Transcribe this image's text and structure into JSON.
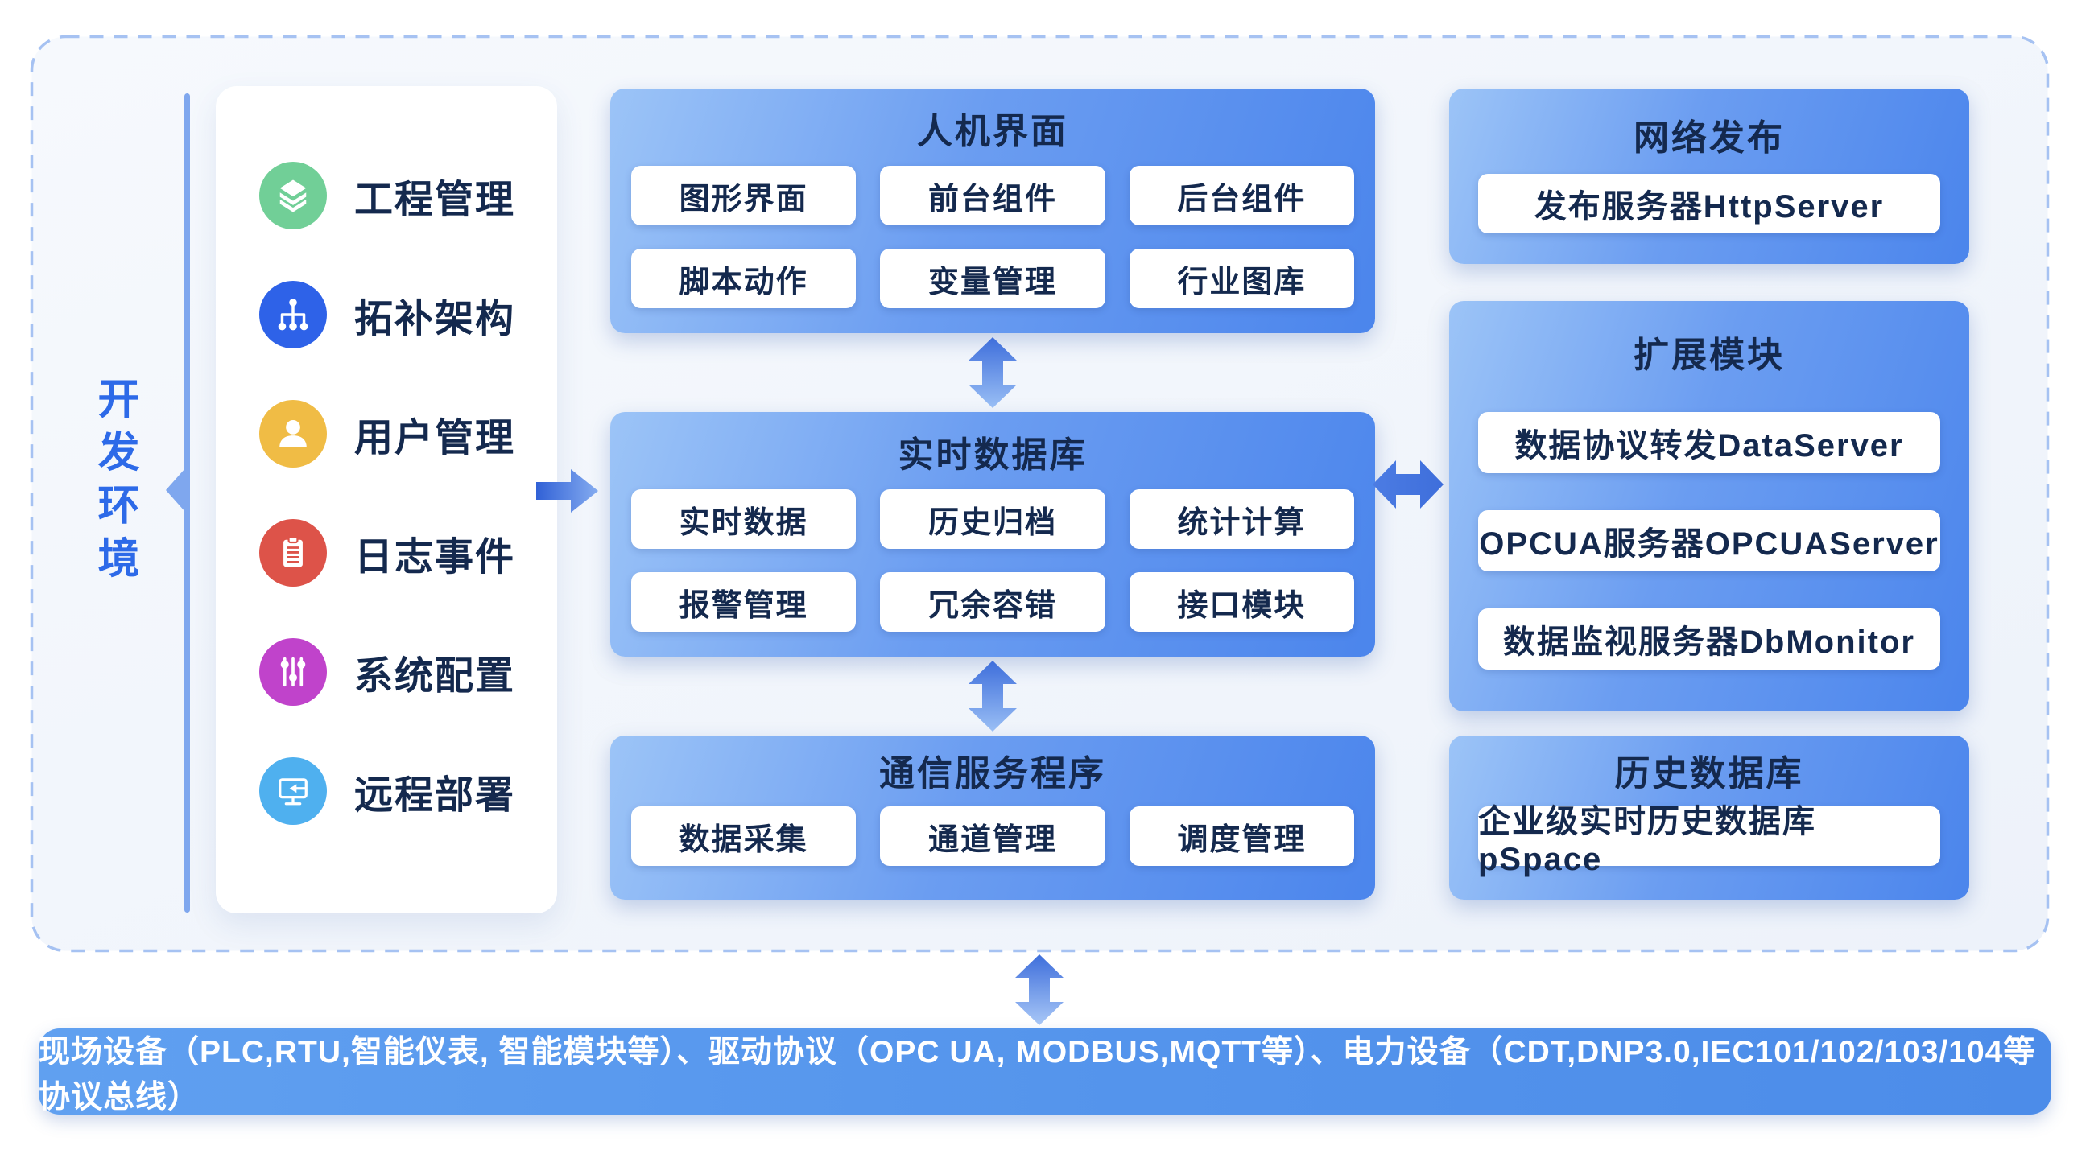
{
  "env_label": "开发环境",
  "sidebar": {
    "items": [
      {
        "label": "工程管理",
        "icon": "layers-icon",
        "color": "#71CF97"
      },
      {
        "label": "拓补架构",
        "icon": "topology-icon",
        "color": "#2E62E8"
      },
      {
        "label": "用户管理",
        "icon": "user-icon",
        "color": "#F0BC45"
      },
      {
        "label": "日志事件",
        "icon": "log-icon",
        "color": "#DD5349"
      },
      {
        "label": "系统配置",
        "icon": "sliders-icon",
        "color": "#C043CB"
      },
      {
        "label": "远程部署",
        "icon": "deploy-icon",
        "color": "#4FB0EF"
      }
    ]
  },
  "cards": {
    "hmi": {
      "title": "人机界面",
      "buttons": [
        "图形界面",
        "前台组件",
        "后台组件",
        "脚本动作",
        "变量管理",
        "行业图库"
      ]
    },
    "rtdb": {
      "title": "实时数据库",
      "buttons": [
        "实时数据",
        "历史归档",
        "统计计算",
        "报警管理",
        "冗余容错",
        "接口模块"
      ]
    },
    "comm": {
      "title": "通信服务程序",
      "buttons": [
        "数据采集",
        "通道管理",
        "调度管理"
      ]
    },
    "web": {
      "title": "网络发布",
      "buttons": [
        "发布服务器HttpServer"
      ]
    },
    "ext": {
      "title": "扩展模块",
      "buttons": [
        "数据协议转发DataServer",
        "OPCUA服务器OPCUAServer",
        "数据监视服务器DbMonitor"
      ]
    },
    "hist": {
      "title": "历史数据库",
      "buttons": [
        "企业级实时历史数据库pSpace"
      ]
    }
  },
  "bottom_bar": {
    "text": "现场设备（PLC,RTU,智能仪表, 智能模块等）、驱动协议（OPC UA, MODBUS,MQTT等）、电力设备（CDT,DNP3.0,IEC101/102/103/104等协议总线）"
  },
  "colors": {
    "container_fill": "#EFF4FB",
    "container_dash_border": "#A6C2F2",
    "card_gradient_start": "#9CC4F7",
    "card_gradient_end": "#4B85EC",
    "chip_text": "#14294E",
    "env_label_blue": "#2D6AE8",
    "bracket_blue": "#7FA7EE",
    "arrow_dark": "#3E6EDB",
    "arrow_light": "#9ABFF5",
    "bottom_bar_blue": "#5494EC"
  }
}
